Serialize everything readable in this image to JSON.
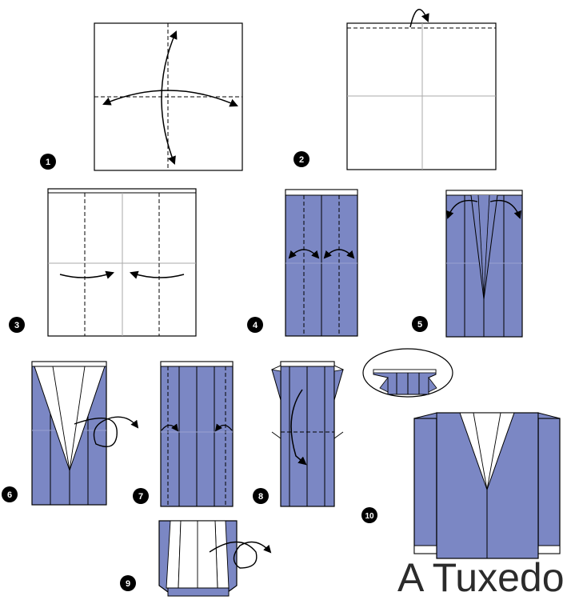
{
  "title": "A Tuxedo",
  "colors": {
    "paper_front": "#ffffff",
    "paper_back": "#7b87c4",
    "line": "#000000",
    "crease": "#9a9a9a"
  },
  "steps": [
    {
      "number": "1"
    },
    {
      "number": "2"
    },
    {
      "number": "3"
    },
    {
      "number": "4"
    },
    {
      "number": "5"
    },
    {
      "number": "6"
    },
    {
      "number": "7"
    },
    {
      "number": "8"
    },
    {
      "number": "9"
    },
    {
      "number": "10"
    }
  ]
}
